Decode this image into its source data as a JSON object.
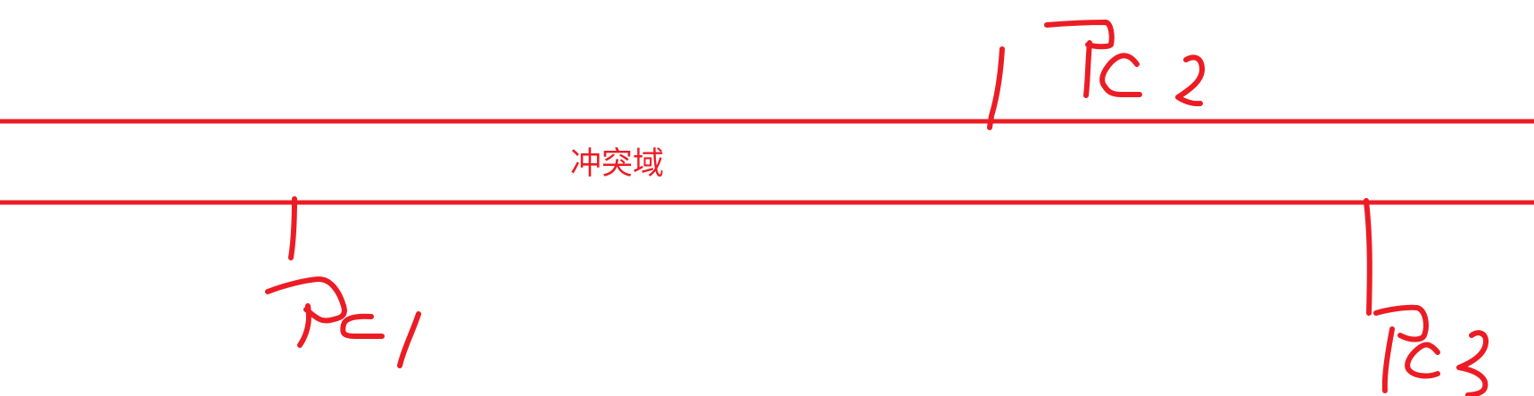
{
  "diagram": {
    "type": "shared-bus-collision-domain",
    "ink_color": "#ec1c24",
    "collision_domain_label": "冲突域",
    "nodes": [
      {
        "id": "pc1",
        "label": "Pc1",
        "attached_to": "lower-bus-line"
      },
      {
        "id": "pc2",
        "label": "Pc2",
        "attached_to": "upper-bus-line"
      },
      {
        "id": "pc3",
        "label": "Pc3",
        "attached_to": "lower-bus-line"
      }
    ]
  }
}
